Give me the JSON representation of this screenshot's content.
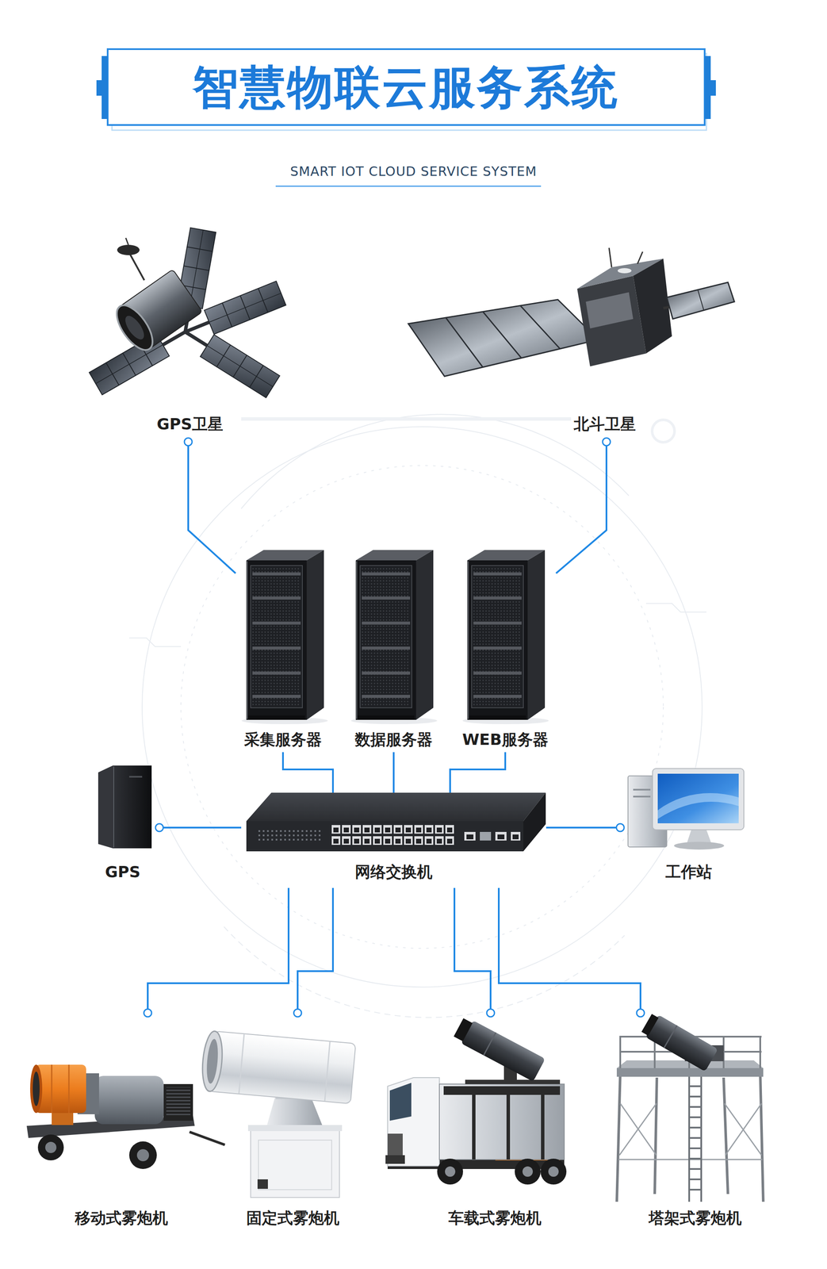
{
  "diagram": {
    "title": "智慧物联云服务系统",
    "nodes": [
      {
        "text": [
          "GPS卫星"
        ]
      },
      {
        "text": [
          "北斗卫星"
        ]
      },
      {
        "text": [
          "采集服务器"
        ]
      },
      {
        "text": [
          "数据服务器"
        ]
      },
      {
        "text": [
          "WEB服务器"
        ]
      },
      {
        "text": [
          "GPS"
        ]
      },
      {
        "text": [
          "网络交换机"
        ]
      },
      {
        "text": [
          "工作站"
        ]
      },
      {
        "text": [
          "移动式雾炮机"
        ]
      },
      {
        "text": [
          "固定式雾炮机"
        ]
      },
      {
        "text": [
          "车载式雾炮机"
        ]
      },
      {
        "text": [
          "塔架式雾炮机"
        ]
      }
    ],
    "edges": [
      {
        "from": 0,
        "to": 2,
        "arrow": "none"
      },
      {
        "from": 1,
        "to": 4,
        "arrow": "none"
      },
      {
        "from": 2,
        "to": 6,
        "arrow": "none"
      },
      {
        "from": 3,
        "to": 6,
        "arrow": "none"
      },
      {
        "from": 4,
        "to": 6,
        "arrow": "none"
      },
      {
        "from": 5,
        "to": 6,
        "arrow": "none"
      },
      {
        "from": 6,
        "to": 7,
        "arrow": "none"
      },
      {
        "from": 6,
        "to": 8,
        "arrow": "none"
      },
      {
        "from": 6,
        "to": 9,
        "arrow": "none"
      },
      {
        "from": 6,
        "to": 10,
        "arrow": "none"
      },
      {
        "from": 6,
        "to": 11,
        "arrow": "none"
      }
    ],
    "labels": [
      "SMART IOT CLOUD SERVICE SYSTEM"
    ]
  }
}
